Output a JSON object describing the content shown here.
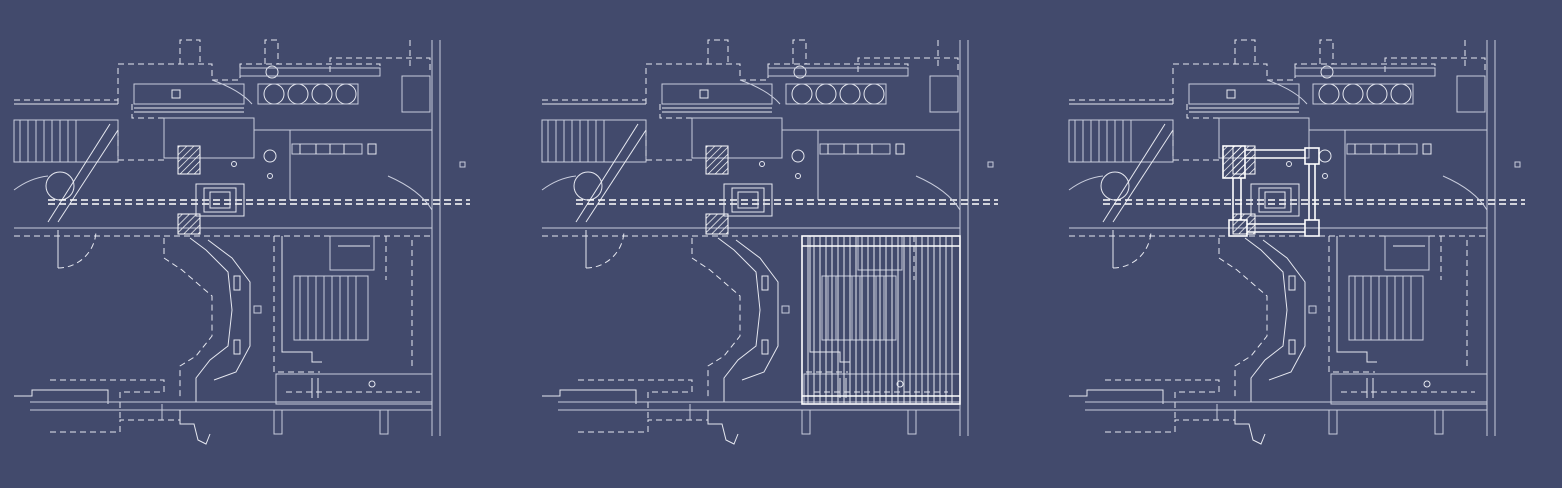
{
  "drawing": {
    "background_color": "#424a6c",
    "line_color": "#e6e8f0",
    "panels": [
      {
        "id": "plan-1",
        "variant": "base"
      },
      {
        "id": "plan-2",
        "variant": "vertical-grid-highlight"
      },
      {
        "id": "plan-3",
        "variant": "frame-highlight"
      }
    ]
  }
}
